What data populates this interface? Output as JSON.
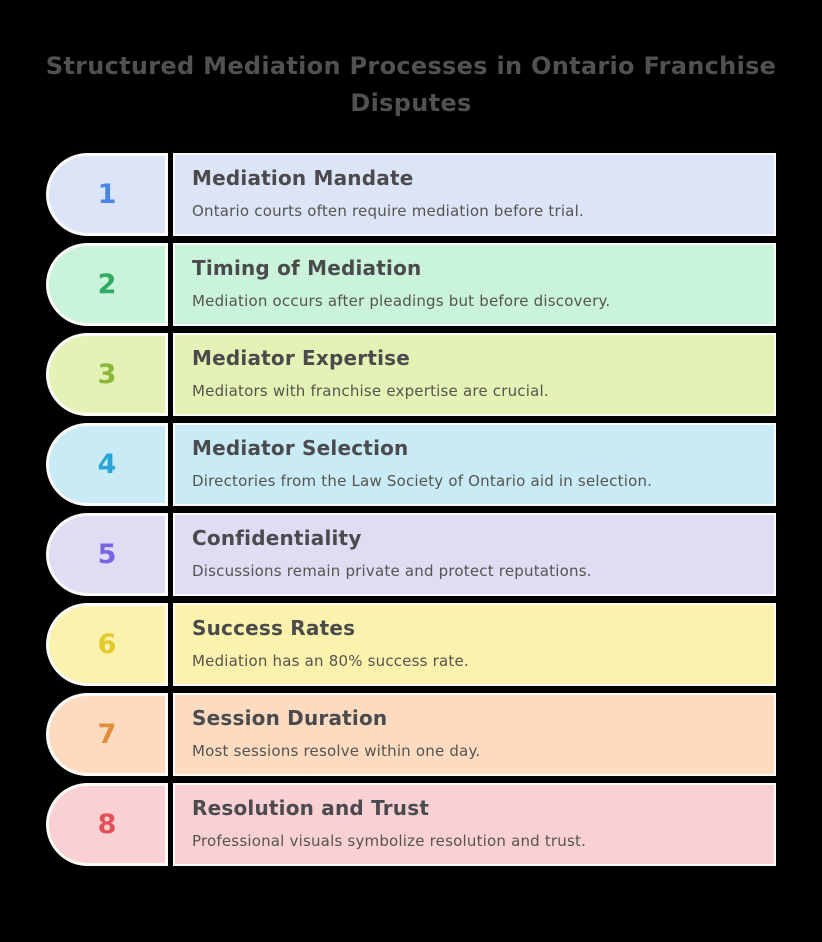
{
  "page": {
    "background_color": "#000000",
    "border_color": "#fbfaf7"
  },
  "title": {
    "text": "Structured Mediation Processes in Ontario Franchise Disputes",
    "color": "#515153"
  },
  "steps": [
    {
      "number": "1",
      "title": "Mediation Mandate",
      "description": "Ontario courts often require mediation before trial.",
      "bg_color": "#dce5f7",
      "number_color": "#4a85e8"
    },
    {
      "number": "2",
      "title": "Timing of Mediation",
      "description": "Mediation occurs after pleadings but before discovery.",
      "bg_color": "#c9f3db",
      "number_color": "#2fab62"
    },
    {
      "number": "3",
      "title": "Mediator Expertise",
      "description": "Mediators with franchise expertise are crucial.",
      "bg_color": "#e4f3b5",
      "number_color": "#8cb73b"
    },
    {
      "number": "4",
      "title": "Mediator Selection",
      "description": "Directories from the Law Society of Ontario aid in selection.",
      "bg_color": "#c8ebf6",
      "number_color": "#2aa4d7"
    },
    {
      "number": "5",
      "title": "Confidentiality",
      "description": "Discussions remain private and protect reputations.",
      "bg_color": "#e1dbf4",
      "number_color": "#7765e3"
    },
    {
      "number": "6",
      "title": "Success Rates",
      "description": "Mediation has an 80% success rate.",
      "bg_color": "#faf2ad",
      "number_color": "#e2ca2a"
    },
    {
      "number": "7",
      "title": "Session Duration",
      "description": "Most sessions resolve within one day.",
      "bg_color": "#fcdbc0",
      "number_color": "#df8e3c"
    },
    {
      "number": "8",
      "title": "Resolution and Trust",
      "description": "Professional visuals symbolize resolution and trust.",
      "bg_color": "#f9d1d4",
      "number_color": "#e25158"
    }
  ]
}
